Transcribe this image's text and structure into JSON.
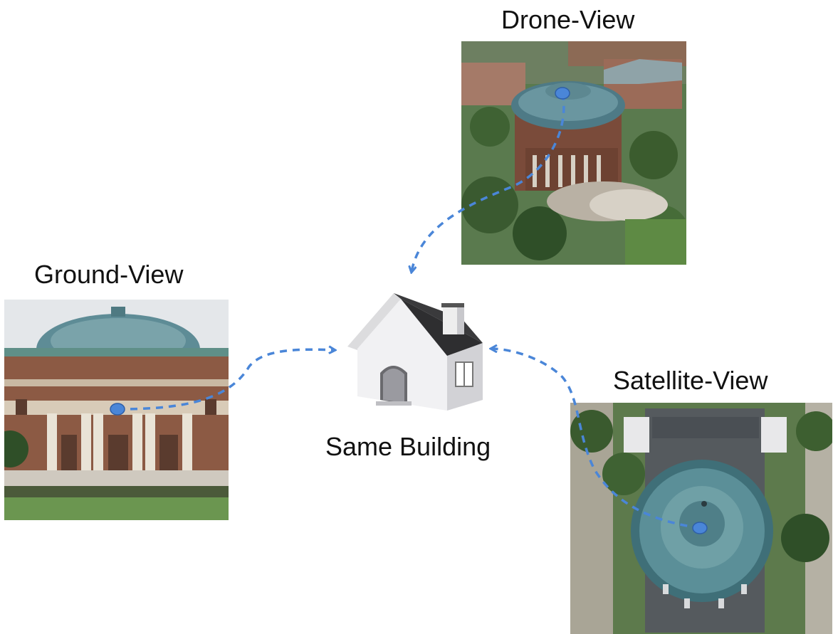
{
  "views": {
    "drone": {
      "title": "Drone-View"
    },
    "ground": {
      "title": "Ground-View"
    },
    "satellite": {
      "title": "Satellite-View"
    }
  },
  "center": {
    "title": "Same Building"
  },
  "colors": {
    "arrow": "#4a86d8",
    "marker": "#4a86d8",
    "text": "#111111",
    "dome": "#5e8c96",
    "brick": "#8c5a44",
    "grass": "#4f7a3c"
  },
  "icons": {
    "center": "house-icon",
    "marker": "keypoint-dot"
  }
}
